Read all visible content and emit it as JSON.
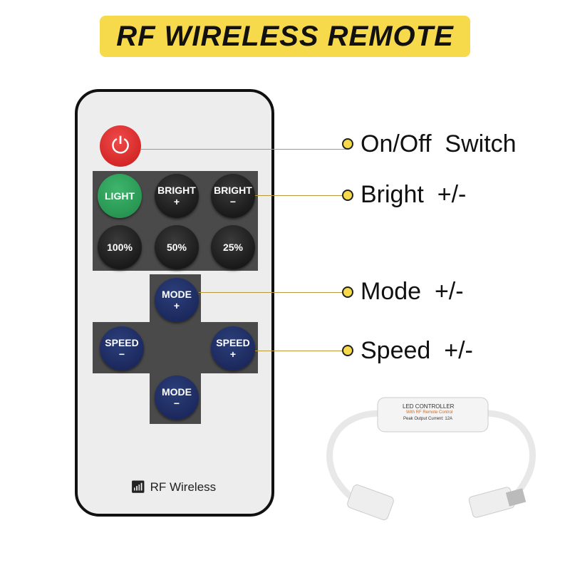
{
  "title": "RF WIRELESS REMOTE",
  "remote": {
    "power_icon": "power-icon",
    "buttons": [
      {
        "line1": "LIGHT",
        "line2": ""
      },
      {
        "line1": "BRIGHT",
        "line2": "+"
      },
      {
        "line1": "BRIGHT",
        "line2": "−"
      },
      {
        "line1": "100%",
        "line2": ""
      },
      {
        "line1": "50%",
        "line2": ""
      },
      {
        "line1": "25%",
        "line2": ""
      },
      {
        "line1": "MODE",
        "line2": "+"
      },
      {
        "line1": "SPEED",
        "line2": "−"
      },
      {
        "line1": "SPEED",
        "line2": "+"
      },
      {
        "line1": "MODE",
        "line2": "−"
      }
    ],
    "brand": "RF Wireless"
  },
  "callouts": [
    "On/Off  Switch",
    "Bright  +/-",
    "Mode  +/-",
    "Speed  +/-"
  ],
  "controller": {
    "line1": "LED CONTROLLER",
    "line2": "With RF Remote Control",
    "line3": "Peak Output Current: 12A"
  },
  "colors": {
    "banner": "#f7d94c",
    "power": "#e02525",
    "light": "#2a9d58",
    "mode_speed": "#1e2c63"
  }
}
